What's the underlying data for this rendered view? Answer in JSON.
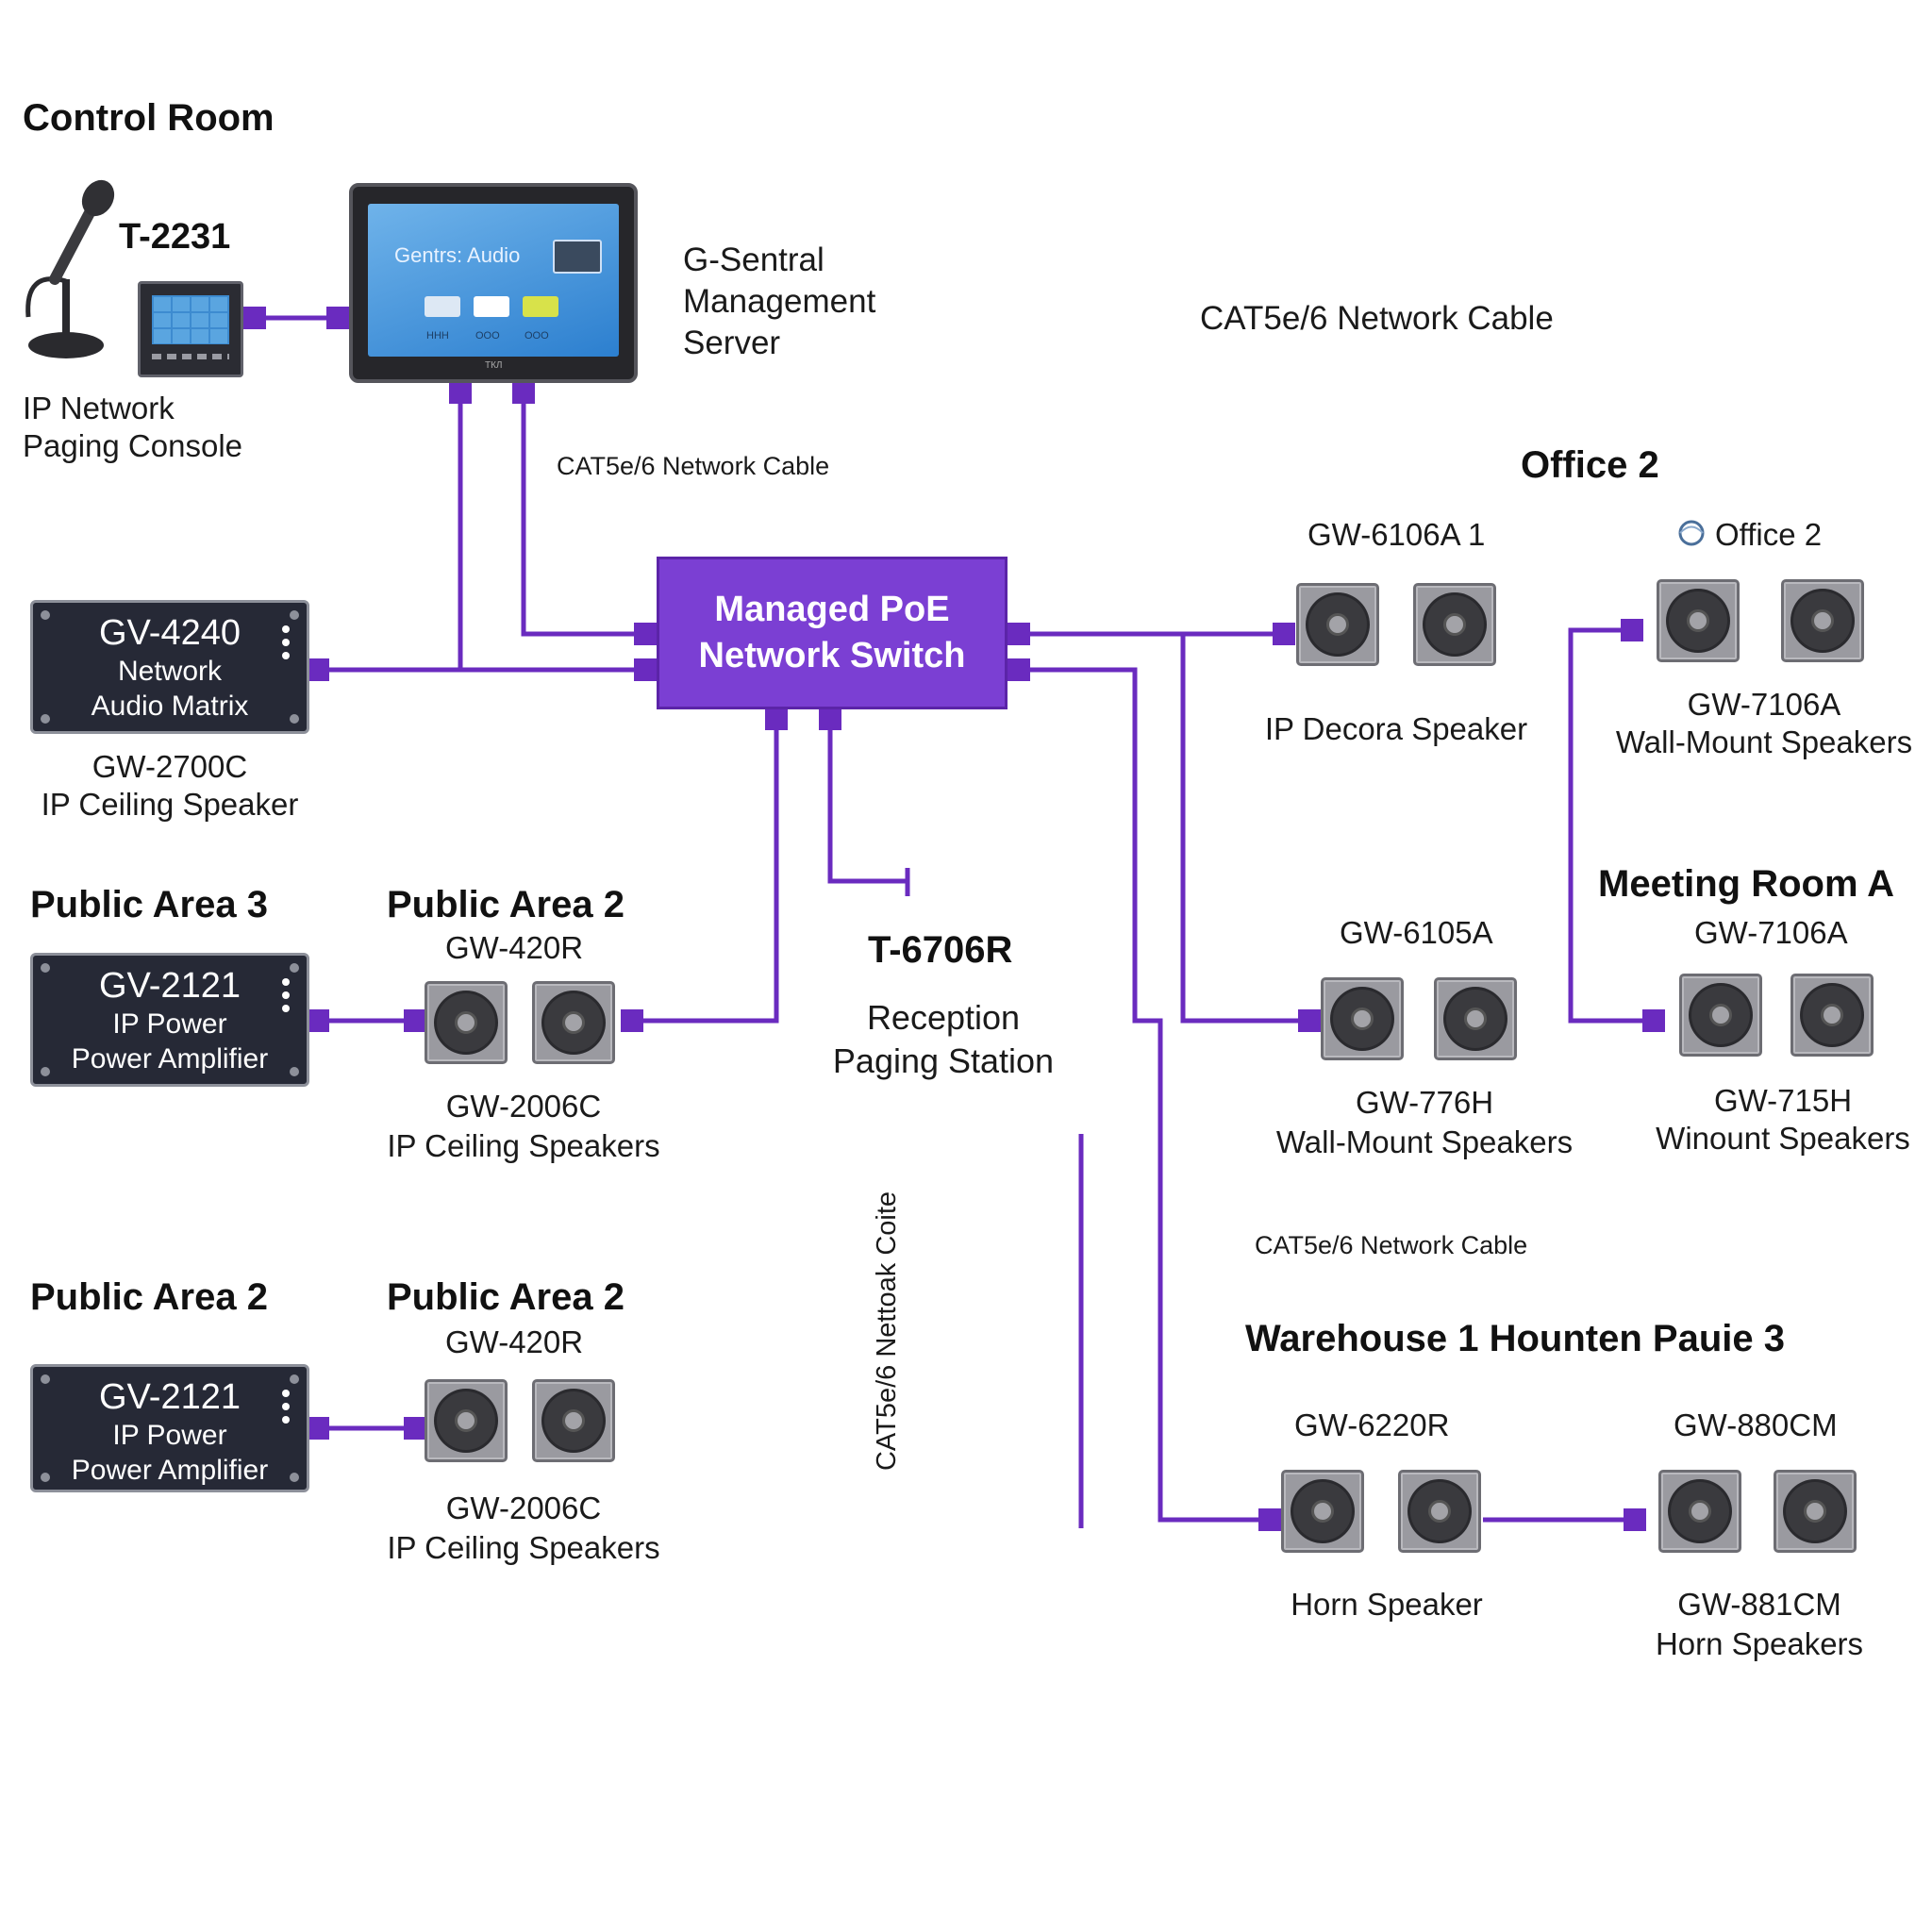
{
  "control_room": {
    "heading": "Control Room",
    "console_model": "T-2231",
    "console_label": [
      "IP Network",
      "Paging Console"
    ],
    "server_screen_title": "Gentrs: Audio",
    "server_screen_labels": [
      "ННН",
      "ООО",
      "ООО"
    ],
    "server_brand": "ТКЛ",
    "server_label": [
      "G-Sentral",
      "Management",
      "Server"
    ]
  },
  "cable_labels": {
    "top_right": "CAT5e/6 Network Cable",
    "server_switch": "CAT5e/6 Network Cable",
    "right_middle": "CAT5e/6 Network Cable",
    "vertical": "CAT5e/6 Nettoak Coite"
  },
  "switch": {
    "line1": "Managed PoE",
    "line2": "Network Switch"
  },
  "audio_matrix": {
    "model": "GV-4240",
    "line1": "Network",
    "line2": "Audio Matrix",
    "caption": [
      "GW-2700C",
      "IP Ceiling Speaker"
    ]
  },
  "public_area_3": {
    "heading": "Public Area 3",
    "amp_model": "GV-2121",
    "amp_line1": "IP Power",
    "amp_line2": "Power Amplifier"
  },
  "public_area_2_top": {
    "heading": "Public Area 2",
    "model": "GW-420R",
    "caption": [
      "GW-2006C",
      "IP Ceiling Speakers"
    ]
  },
  "public_area_2_left": {
    "heading": "Public Area 2",
    "amp_model": "GV-2121",
    "amp_line1": "IP Power",
    "amp_line2": "Power Amplifier"
  },
  "public_area_2_bottom": {
    "heading": "Public Area 2",
    "model": "GW-420R",
    "caption": [
      "GW-2006C",
      "IP Ceiling Speakers"
    ]
  },
  "reception": {
    "model": "T-6706R",
    "label": [
      "Reception",
      "Paging Station"
    ]
  },
  "office_2": {
    "heading": "Office 2",
    "decora_model": "GW-6106A 1",
    "decora_caption": "IP Decora Speaker",
    "sub_heading": "Office 2",
    "wall_caption": [
      "GW-7106A",
      "Wall-Mount Speakers"
    ]
  },
  "meeting_room": {
    "heading": "Meeting Room A",
    "left_model": "GW-6105A",
    "left_caption": [
      "GW-776H",
      "Wall-Mount Speakers"
    ],
    "right_model": "GW-7106A",
    "right_caption": [
      "GW-715H",
      "Winount Speakers"
    ]
  },
  "warehouse": {
    "heading": "Warehouse 1 Hounten Pauie 3",
    "left_model": "GW-6220R",
    "left_caption": "Horn Speaker",
    "right_model": "GW-880CM",
    "right_caption": [
      "GW-881CM",
      "Horn Speakers"
    ]
  },
  "colors": {
    "cable": "#6a2bbf",
    "switch": "#7b3fd3",
    "device": "#262936",
    "speaker": "#9a9aa0"
  }
}
